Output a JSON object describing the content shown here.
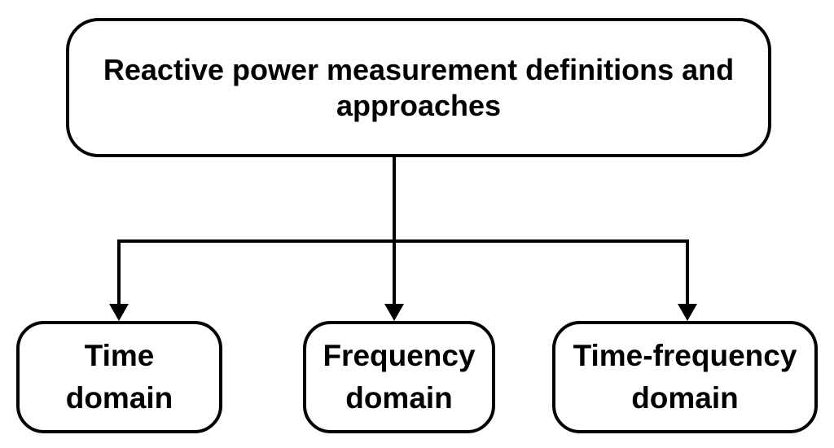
{
  "diagram": {
    "root": {
      "line1": "Reactive power measurement definitions and",
      "line2": "approaches"
    },
    "children": [
      {
        "line1": "Time",
        "line2": "domain"
      },
      {
        "line1": "Frequency",
        "line2": "domain"
      },
      {
        "line1": "Time-frequency",
        "line2": "domain"
      }
    ],
    "colors": {
      "stroke": "#000000",
      "fill": "#ffffff",
      "text": "#000000"
    }
  }
}
